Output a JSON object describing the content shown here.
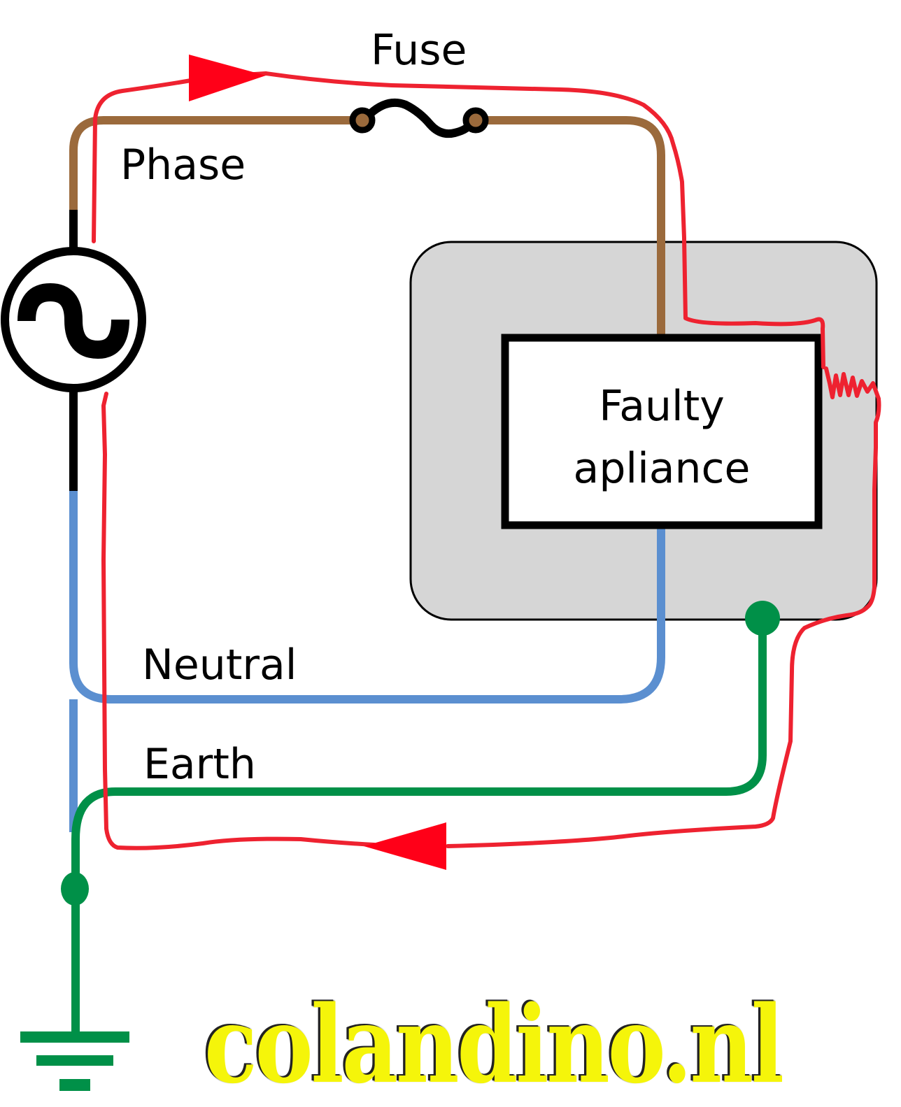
{
  "labels": {
    "fuse": "Fuse",
    "phase": "Phase",
    "neutral": "Neutral",
    "earth": "Earth",
    "appliance_line1": "Faulty",
    "appliance_line2": "apliance"
  },
  "watermark": "colandino.nl",
  "colors": {
    "phase": "#9b6a3c",
    "neutral": "#5b8fd0",
    "earth": "#009048",
    "fault_current": "#ee2230",
    "arrow": "#ff0018",
    "casing": "#d6d6d6",
    "watermark_fill": "#f5f50a"
  },
  "icons": [
    "ac-source-icon",
    "fuse-icon",
    "ground-icon",
    "fault-resistor-icon",
    "current-direction-arrow-icon"
  ]
}
